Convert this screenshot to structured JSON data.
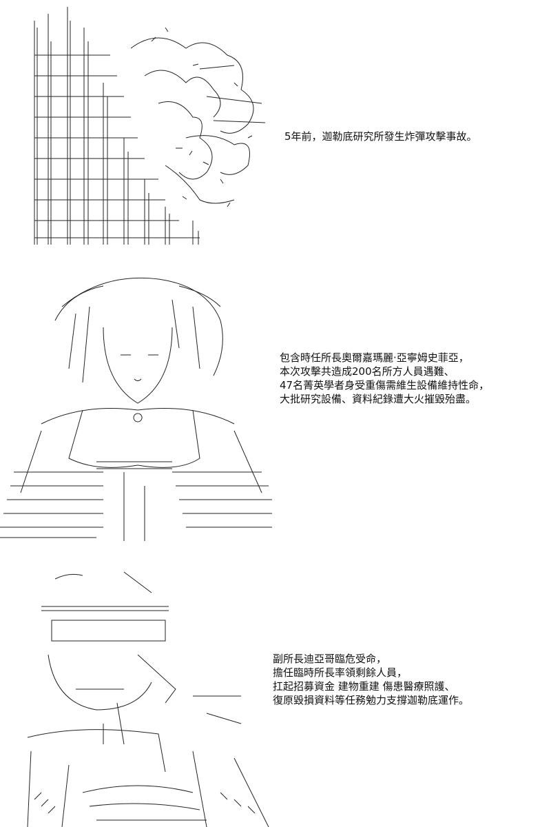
{
  "panels": [
    {
      "art_subject": "ascii-art-building-explosion",
      "caption_lines": [
        "5年前，迦勒底研究所發生炸彈攻擊事故。"
      ]
    },
    {
      "art_subject": "ascii-art-character-portrait",
      "caption_lines": [
        "包含時任所長奧爾嘉瑪麗‧亞寧姆史菲亞，",
        "本次攻擊共造成200名所方人員遇難、",
        "47名菁英學者身受重傷需維生設備維持性命，",
        "大批研究設備、資料紀錄遭大火摧毀殆盡。"
      ]
    },
    {
      "art_subject": "ascii-art-masked-character",
      "caption_lines": [
        "副所長迪亞哥臨危受命，",
        "擔任臨時所長率領剩餘人員，",
        "扛起招募資金  建物重建  傷患醫療照護、",
        "復原毀損資料等任務勉力支撐迦勒底運作。"
      ]
    }
  ],
  "colors": {
    "text": "#111111",
    "art": "#222222",
    "background": "#ffffff"
  }
}
